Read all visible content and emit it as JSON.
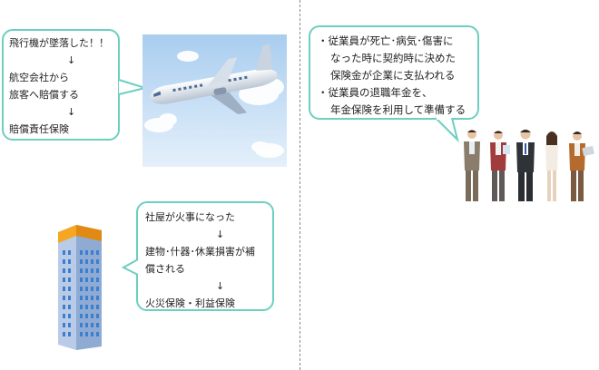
{
  "airplane_bubble": {
    "lines": [
      "飛行機が墜落した！！",
      "↓",
      "航空会社から",
      "旅客へ賠償する",
      "↓",
      "賠償責任保険"
    ]
  },
  "fire_bubble": {
    "lines": [
      "社屋が火事になった",
      "↓",
      "建物･什器･休業損害が補",
      "償される",
      "↓",
      "火災保険・利益保険"
    ]
  },
  "employee_bubble": {
    "lines": [
      "・従業員が死亡･病気･傷害に",
      "なった時に契約時に決めた",
      "保険金が企業に支払われる",
      "・従業員の退職年金を、",
      "年金保険を利用して準備する"
    ]
  },
  "colors": {
    "bubble_border": "#6ccfc0",
    "divider": "#8a8a8a",
    "sky_top": "#a9cdef",
    "building_roof": "#f5a623"
  }
}
